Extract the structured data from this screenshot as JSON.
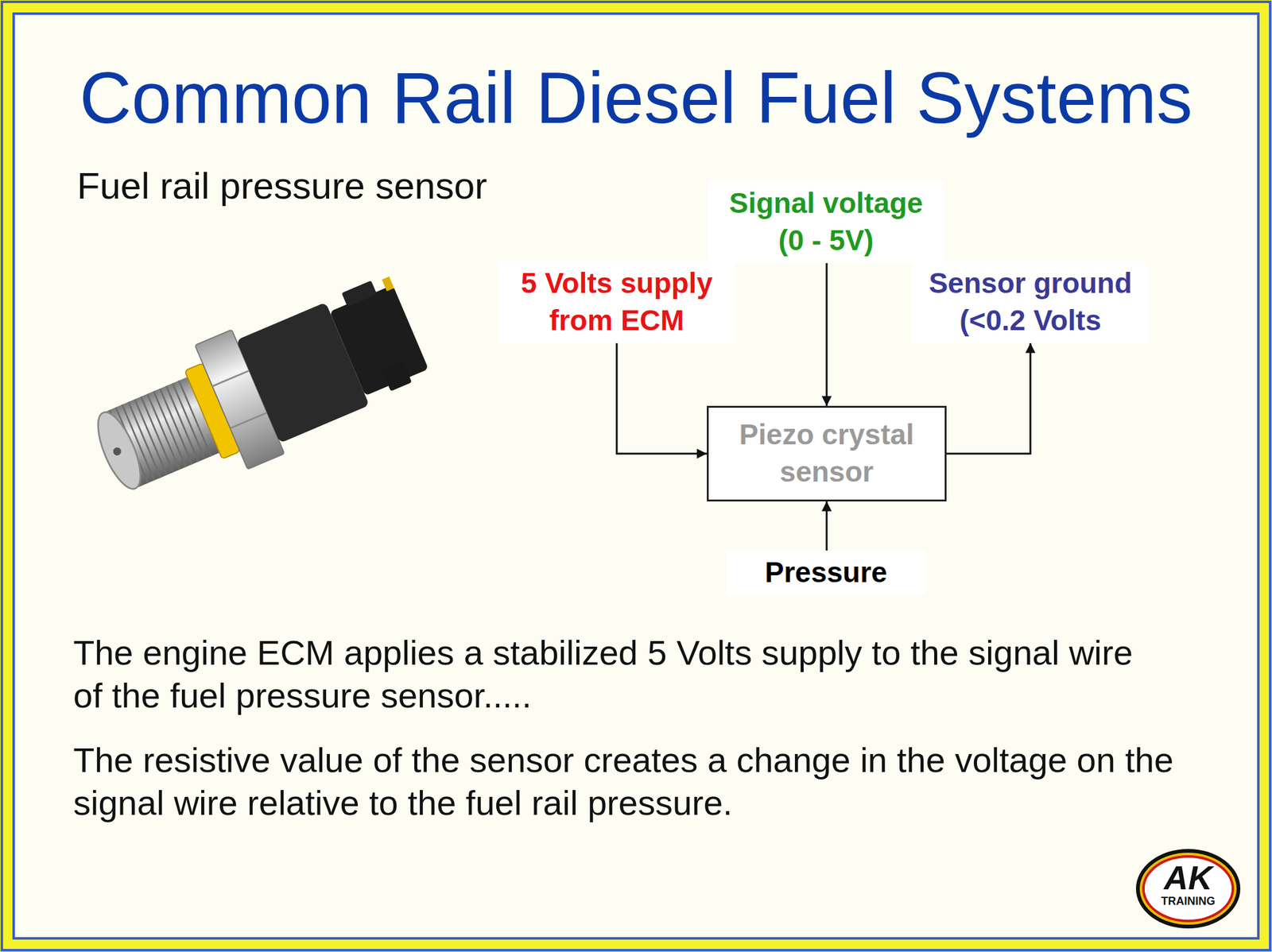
{
  "diagram": {
    "title": "Common Rail Diesel Fuel Systems",
    "nodes": [
      {
        "text": [
          "Signal voltage (0 - 5V)"
        ]
      },
      {
        "text": [
          "5 Volts supply from ECM"
        ]
      },
      {
        "text": [
          "Sensor ground (<0.2 Volts"
        ]
      },
      {
        "text": [
          "Piezo crystal sensor"
        ]
      },
      {
        "text": [
          "Pressure"
        ]
      }
    ],
    "edges": [
      {
        "from": 0,
        "to": 3,
        "arrow": "to"
      },
      {
        "from": 1,
        "to": 3,
        "arrow": "to"
      },
      {
        "from": 3,
        "to": 2,
        "arrow": "to"
      },
      {
        "from": 4,
        "to": 3,
        "arrow": "to"
      }
    ],
    "labels": [
      "Fuel rail pressure sensor",
      "The engine ECM applies a stabilized 5 Volts supply to the signal wire of the fuel pressure sensor.....",
      "The resistive value of the sensor creates a change in the voltage on the signal wire relative to the fuel rail pressure.",
      "AK",
      "TRAINING"
    ]
  }
}
